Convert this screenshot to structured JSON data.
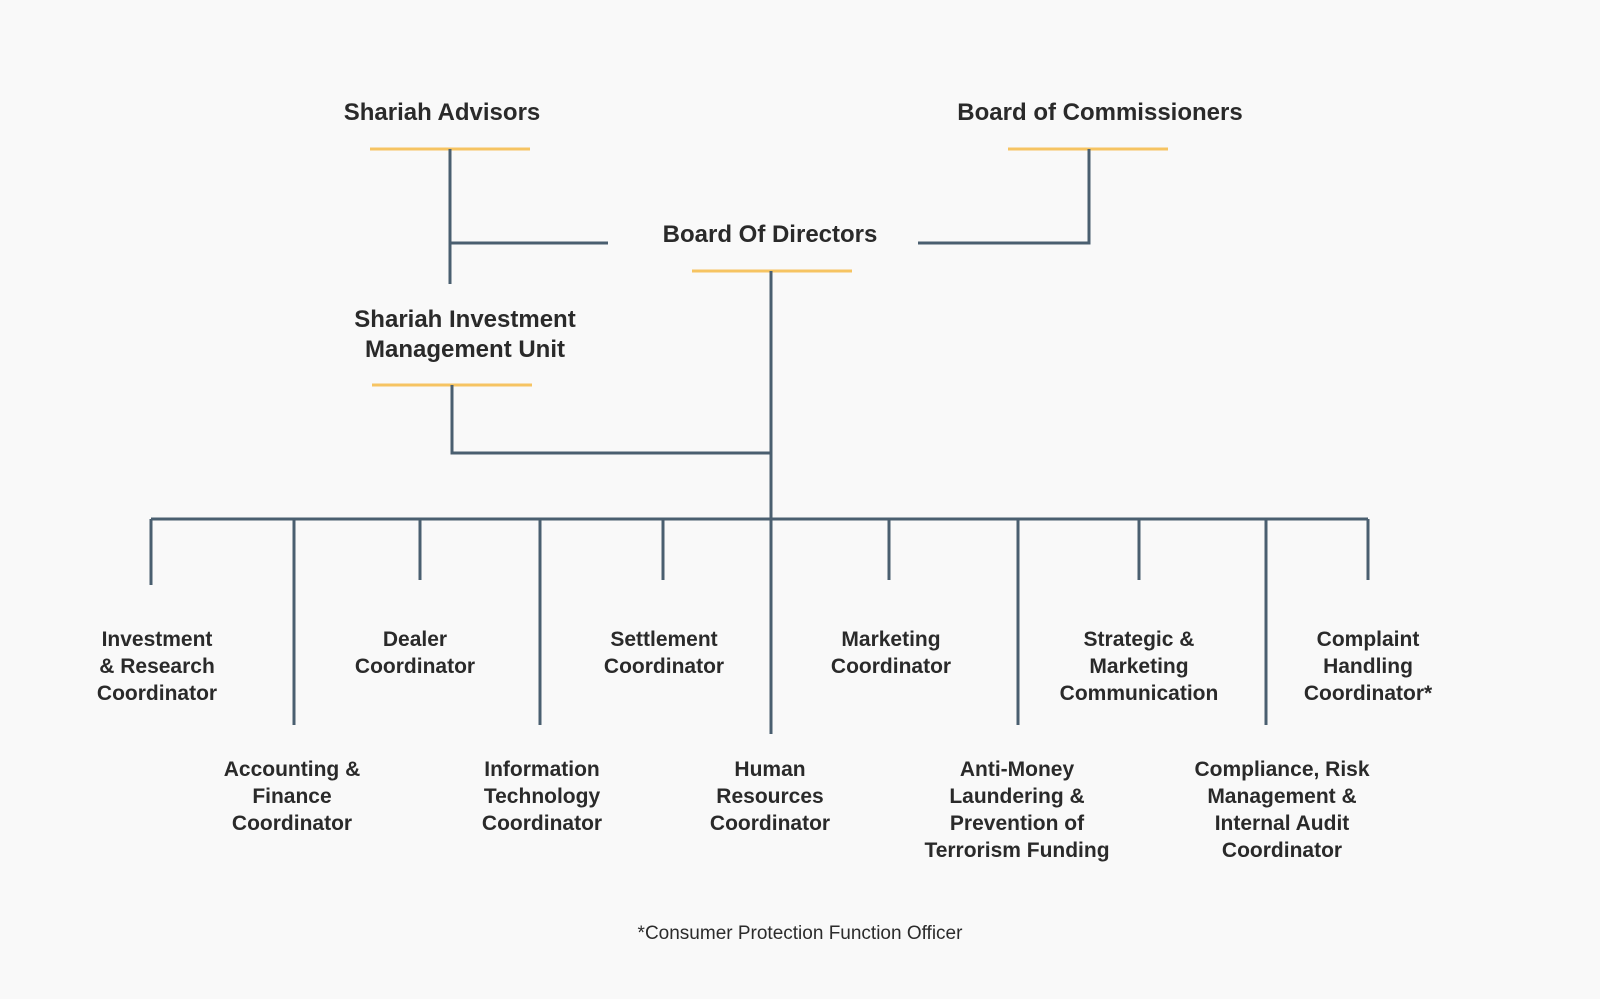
{
  "colors": {
    "background": "#f9f9f9",
    "connector": "#4a5f70",
    "underline": "#f6c462",
    "text": "#2b2b2b"
  },
  "nodes": {
    "shariah_advisors": {
      "lines": [
        "Shariah Advisors"
      ]
    },
    "board_of_commissioners": {
      "lines": [
        "Board of Commissioners"
      ]
    },
    "board_of_directors": {
      "lines": [
        "Board Of Directors"
      ]
    },
    "shariah_investment_unit": {
      "lines": [
        "Shariah Investment",
        "Management Unit"
      ]
    },
    "investment_research": {
      "lines": [
        "Investment",
        "& Research",
        "Coordinator"
      ]
    },
    "dealer": {
      "lines": [
        "Dealer",
        "Coordinator"
      ]
    },
    "settlement": {
      "lines": [
        "Settlement",
        "Coordinator"
      ]
    },
    "marketing": {
      "lines": [
        "Marketing",
        "Coordinator"
      ]
    },
    "strategic_marketing": {
      "lines": [
        "Strategic &",
        "Marketing",
        "Communication"
      ]
    },
    "complaint_handling": {
      "lines": [
        "Complaint",
        "Handling",
        "Coordinator*"
      ]
    },
    "accounting_finance": {
      "lines": [
        "Accounting &",
        "Finance",
        "Coordinator"
      ]
    },
    "information_technology": {
      "lines": [
        "Information",
        "Technology",
        "Coordinator"
      ]
    },
    "human_resources": {
      "lines": [
        "Human",
        "Resources",
        "Coordinator"
      ]
    },
    "anti_money_laundering": {
      "lines": [
        "Anti-Money",
        "Laundering &",
        "Prevention of",
        "Terrorism Funding"
      ]
    },
    "compliance_risk": {
      "lines": [
        "Compliance, Risk",
        "Management &",
        "Internal Audit",
        "Coordinator"
      ]
    }
  },
  "footnote": "*Consumer Protection Function Officer"
}
